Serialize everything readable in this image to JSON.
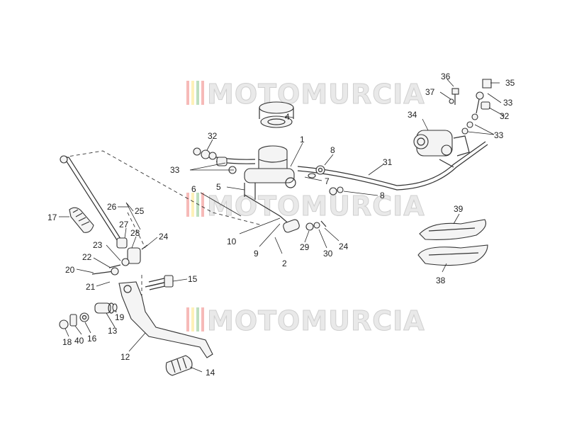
{
  "watermark": {
    "text": "MOTOMURCIA",
    "stripe_colors": [
      "#e53935",
      "#fdd835",
      "#43a047"
    ]
  },
  "labels": [
    {
      "id": "l1",
      "text": "1"
    },
    {
      "id": "l2",
      "text": "2"
    },
    {
      "id": "l4",
      "text": "4"
    },
    {
      "id": "l5",
      "text": "5"
    },
    {
      "id": "l6",
      "text": "6"
    },
    {
      "id": "l7",
      "text": "7"
    },
    {
      "id": "l8a",
      "text": "8"
    },
    {
      "id": "l8b",
      "text": "8"
    },
    {
      "id": "l9",
      "text": "9"
    },
    {
      "id": "l10",
      "text": "10"
    },
    {
      "id": "l12",
      "text": "12"
    },
    {
      "id": "l13",
      "text": "13"
    },
    {
      "id": "l14",
      "text": "14"
    },
    {
      "id": "l15",
      "text": "15"
    },
    {
      "id": "l16",
      "text": "16"
    },
    {
      "id": "l17",
      "text": "17"
    },
    {
      "id": "l18",
      "text": "18"
    },
    {
      "id": "l19",
      "text": "19"
    },
    {
      "id": "l20",
      "text": "20"
    },
    {
      "id": "l21",
      "text": "21"
    },
    {
      "id": "l22",
      "text": "22"
    },
    {
      "id": "l23",
      "text": "23"
    },
    {
      "id": "l24a",
      "text": "24"
    },
    {
      "id": "l24b",
      "text": "24"
    },
    {
      "id": "l25",
      "text": "25"
    },
    {
      "id": "l26",
      "text": "26"
    },
    {
      "id": "l27",
      "text": "27"
    },
    {
      "id": "l28",
      "text": "28"
    },
    {
      "id": "l29",
      "text": "29"
    },
    {
      "id": "l30",
      "text": "30"
    },
    {
      "id": "l31",
      "text": "31"
    },
    {
      "id": "l32a",
      "text": "32"
    },
    {
      "id": "l32b",
      "text": "32"
    },
    {
      "id": "l33a",
      "text": "33"
    },
    {
      "id": "l33b",
      "text": "33"
    },
    {
      "id": "l33c",
      "text": "33"
    },
    {
      "id": "l34",
      "text": "34"
    },
    {
      "id": "l35",
      "text": "35"
    },
    {
      "id": "l36",
      "text": "36"
    },
    {
      "id": "l37",
      "text": "37"
    },
    {
      "id": "l38",
      "text": "38"
    },
    {
      "id": "l39",
      "text": "39"
    },
    {
      "id": "l40",
      "text": "40"
    }
  ]
}
